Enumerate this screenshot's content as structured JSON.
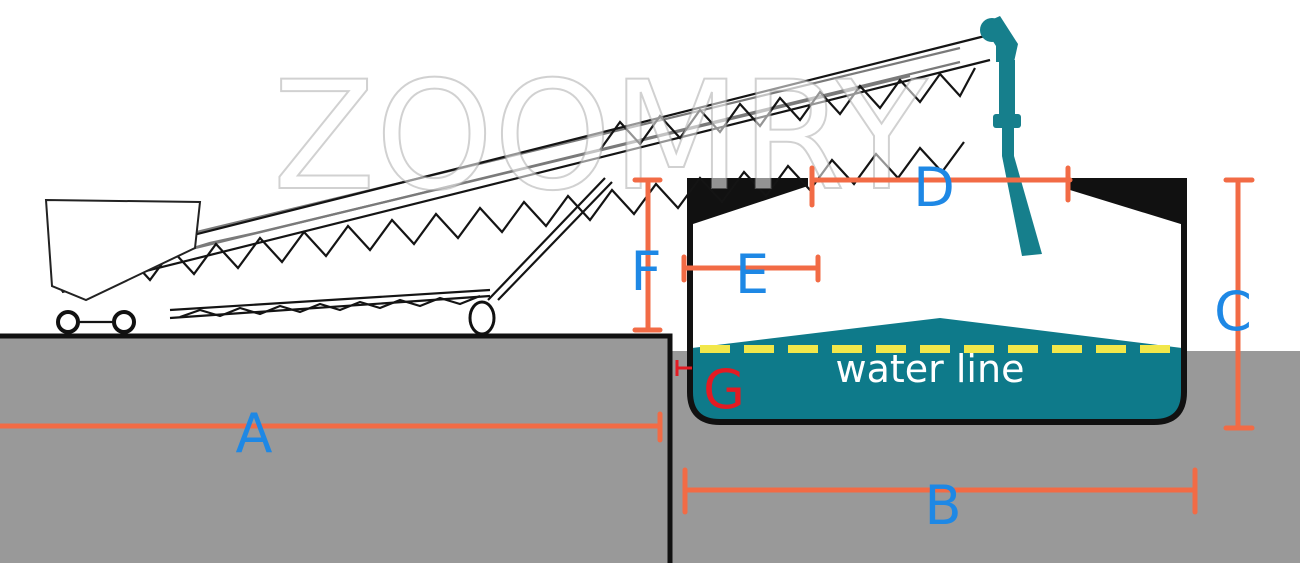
{
  "labels": {
    "A": "A",
    "B": "B",
    "C": "C",
    "D": "D",
    "E": "E",
    "F": "F",
    "G": "G",
    "water_line": "water line",
    "watermark": "ZOOMRY"
  },
  "colors": {
    "ground": "#999999",
    "water": "#0e7a8a",
    "waterline_dash": "#f2e74a",
    "dimension_line": "#f26b45",
    "label_blue": "#1e88e5",
    "label_red": "#e31b23",
    "hull": "#111111",
    "spout": "#167f8c"
  }
}
